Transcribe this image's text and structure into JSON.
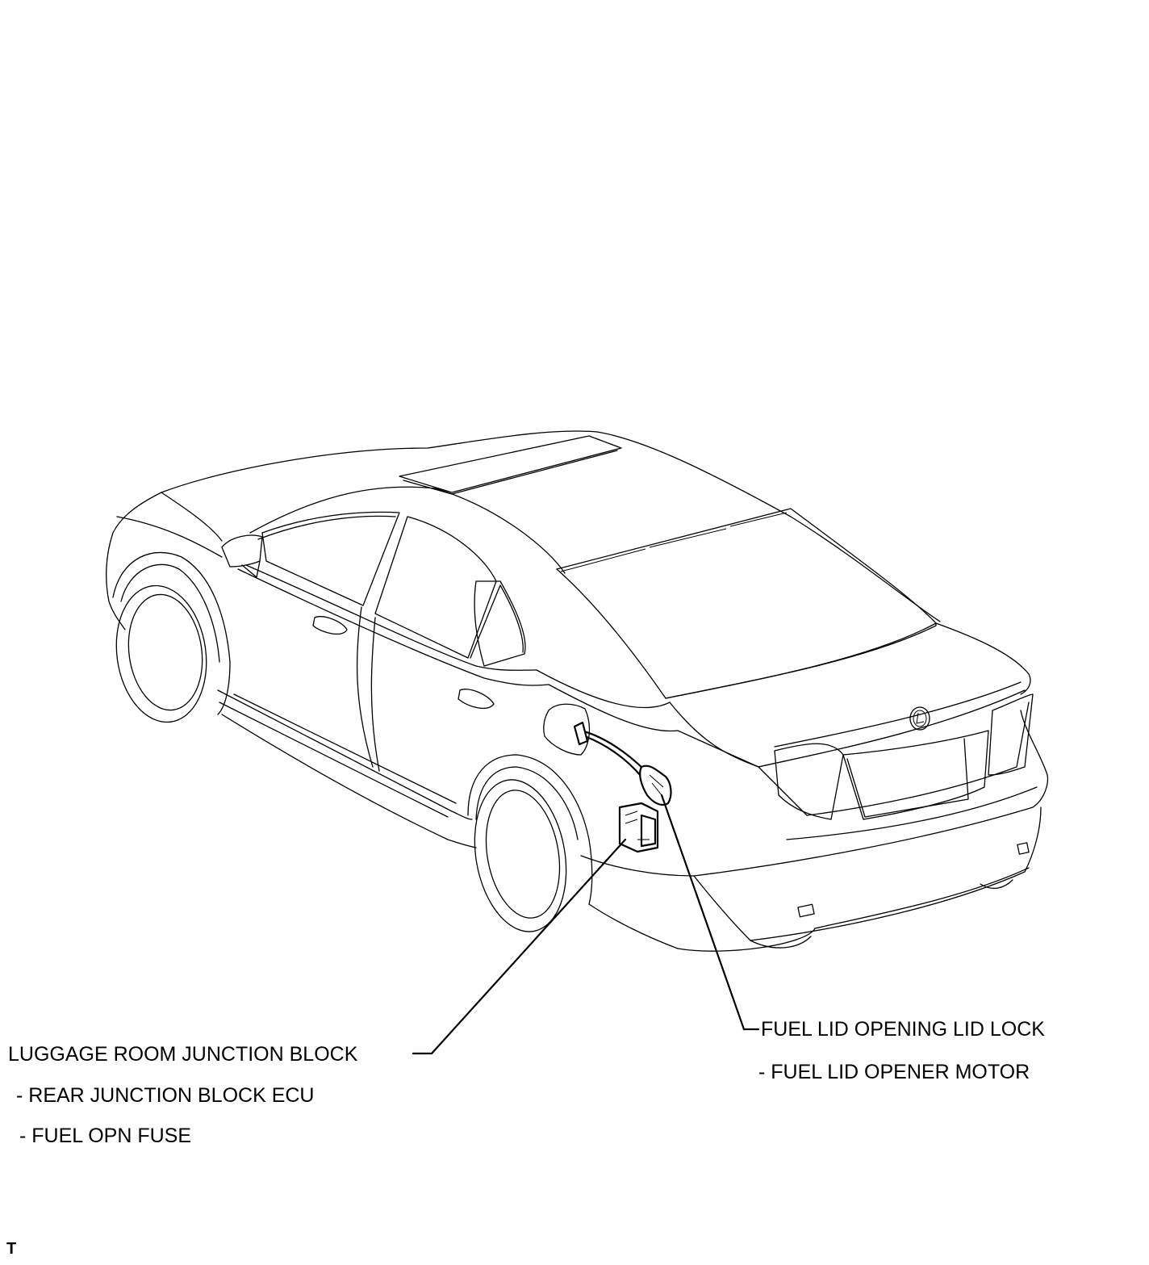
{
  "diagram": {
    "callouts": {
      "junction_block": {
        "title": "LUGGAGE ROOM JUNCTION BLOCK",
        "items": [
          "- REAR JUNCTION BLOCK ECU",
          "- FUEL OPN FUSE"
        ]
      },
      "fuel_lid": {
        "title": "FUEL LID OPENING LID LOCK",
        "items": [
          "- FUEL LID OPENER MOTOR"
        ]
      }
    },
    "corner_mark": "T"
  }
}
